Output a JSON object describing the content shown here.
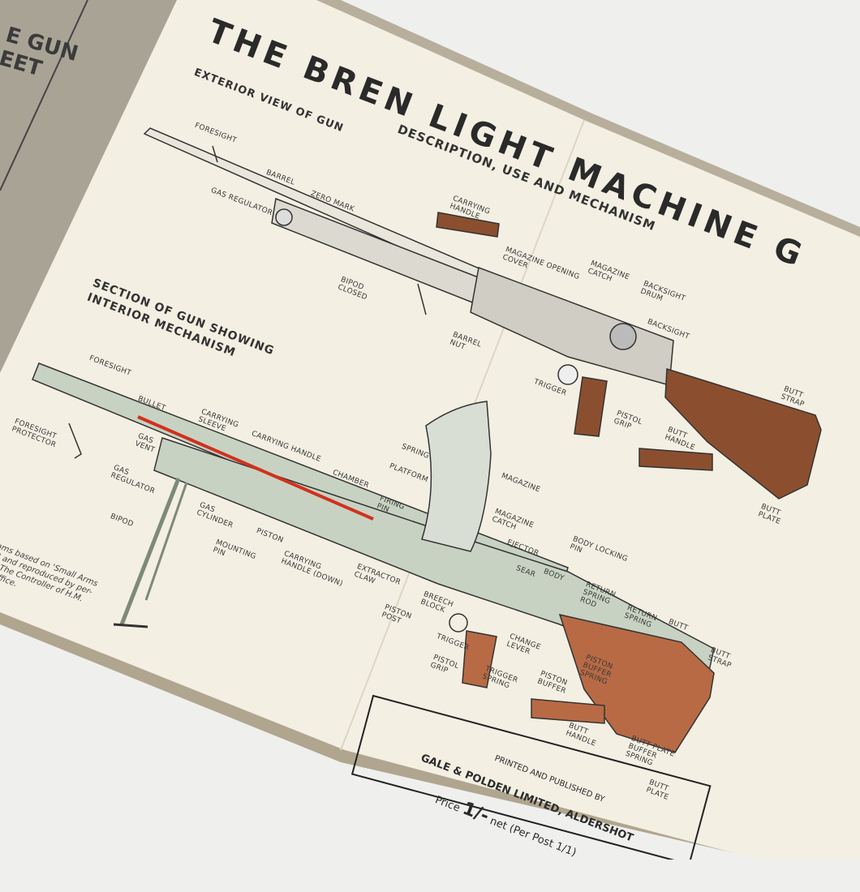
{
  "cover": {
    "line1": "E GUN",
    "line2": "EET"
  },
  "title": "THE BREN LIGHT MACHINE G",
  "subtitle": {
    "line1": "DESCRIPTION, USE AND MECHANISM"
  },
  "exterior": {
    "heading": "EXTERIOR VIEW OF GUN",
    "labels": [
      "FORESIGHT",
      "BARREL",
      "ZERO MARK",
      "GAS REGULATOR",
      "CARRYING\nHANDLE",
      "MAGAZINE OPENING\nCOVER",
      "MAGAZINE\nCATCH",
      "BACKSIGHT\nDRUM",
      "BACKSIGHT",
      "BIPOD\nCLOSED",
      "BARREL\nNUT",
      "TRIGGER",
      "PISTOL\nGRIP",
      "BUTT\nHANDLE",
      "BUTT\nSTRAP",
      "BUTT\nPLATE"
    ]
  },
  "interior": {
    "heading": "SECTION OF GUN SHOWING\nINTERIOR MECHANISM",
    "labels": [
      "FORESIGHT",
      "BULLET",
      "FORESIGHT\nPROTECTOR",
      "GAS\nVENT",
      "GAS\nREGULATOR",
      "BIPOD",
      "GAS\nCYLINDER",
      "MOUNTING\nPIN",
      "PISTON",
      "CARRYING\nSLEEVE",
      "CARRYING HANDLE",
      "CHAMBER",
      "SPRING",
      "PLATFORM",
      "FIRING\nPIN",
      "MAGAZINE",
      "MAGAZINE\nCATCH",
      "EJECTOR",
      "SEAR",
      "BODY",
      "BODY LOCKING\nPIN",
      "RETURN\nSPRING\nROD",
      "RETURN\nSPRING",
      "BUTT",
      "BUTT\nSTRAP",
      "CARRYING\nHANDLE (DOWN)",
      "EXTRACTOR\nCLAW",
      "PISTON\nPOST",
      "BREECH\nBLOCK",
      "TRIGGER",
      "PISTOL\nGRIP",
      "TRIGGER\nSPRING",
      "CHANGE\nLEVER",
      "PISTON\nBUFFER",
      "PISTON\nBUFFER\nSPRING",
      "BUTT\nHANDLE",
      "BUTT PLATE\nBUFFER\nSPRING",
      "BUTT\nPLATE"
    ]
  },
  "credit": "ams based on 'Small Arms\ng' and reproduced by per-\nof The Controller of H.M.\nr Office.",
  "publisher": {
    "line1": "PRINTED AND PUBLISHED BY",
    "line2": "GALE & POLDEN LIMITED, ALDERSHOT",
    "price_label": "Price",
    "price": "1/-",
    "price_note": "net (Per Post 1/1)"
  },
  "colors": {
    "paper": "#f3efe2",
    "cover": "#a8a294",
    "wood": "#8b4f2f",
    "section": "#c8d2c2",
    "red": "#d2301e"
  }
}
